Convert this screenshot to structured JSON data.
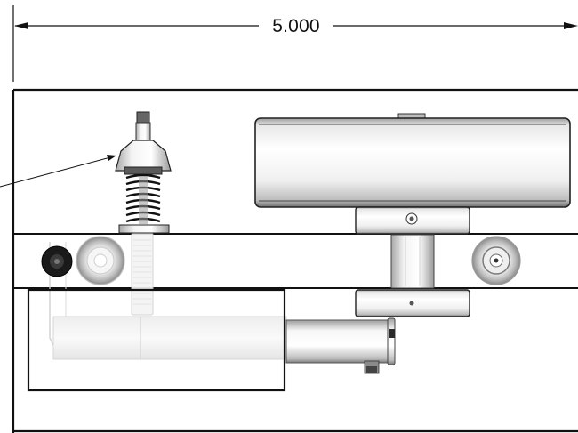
{
  "dimension": {
    "value_label": "5.000"
  },
  "colors": {
    "line": "#111111",
    "metal_light": "#f2f2f2",
    "metal_mid": "#c8c8c8",
    "metal_dark": "#6a6a6a",
    "ghost": "#d9d9d9"
  },
  "icons": {
    "leader_arrow": "arrow-head",
    "dimension_arrows": "arrow-head"
  }
}
